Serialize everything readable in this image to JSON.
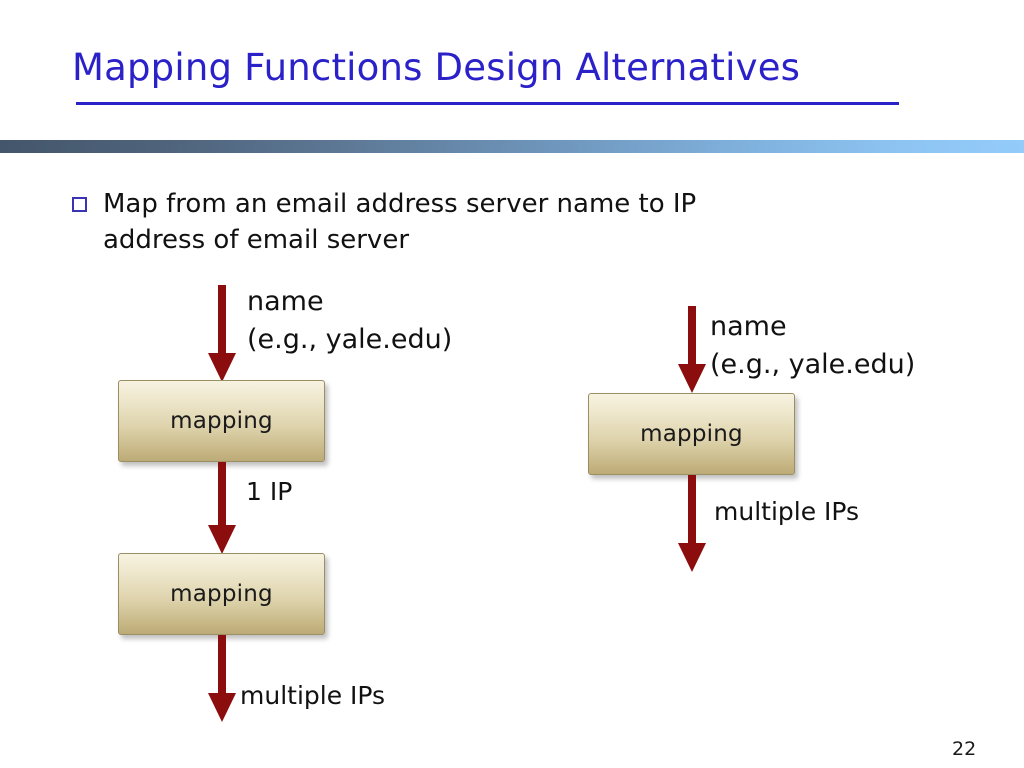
{
  "slide": {
    "title": "Mapping Functions Design Alternatives",
    "page_number": "22",
    "title_color": "#2b21c9",
    "accent_bar_from": "#43566b",
    "accent_bar_to": "#93cbfb",
    "arrow_color": "#8c0d0d",
    "box_fill_top": "#f7f3e2",
    "box_fill_bottom": "#bcab77"
  },
  "bullets": [
    {
      "marker": "square-outline-bullet",
      "text": "Map from an email address server name to IP address of email server"
    }
  ],
  "diagrams": {
    "left": {
      "input_label_line1": "name",
      "input_label_line2": "(e.g., yale.edu)",
      "box1_label": "mapping",
      "middle_label": "1 IP",
      "box2_label": "mapping",
      "output_label": "multiple IPs"
    },
    "right": {
      "input_label_line1": "name",
      "input_label_line2": "(e.g., yale.edu)",
      "box1_label": "mapping",
      "output_label": "multiple IPs"
    }
  }
}
